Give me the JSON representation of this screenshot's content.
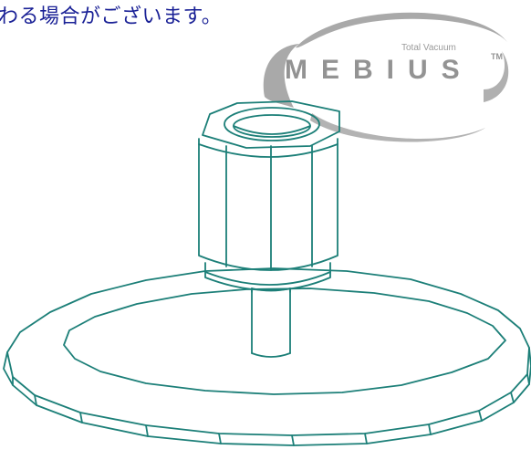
{
  "caption": "わる場合がございます。",
  "logo": {
    "brand": "MEBIUS",
    "trademark": "TM",
    "tagline": "Total Vacuum",
    "ring_color": "#a9a9a9",
    "letter_color": "#939393"
  },
  "colors": {
    "line": "#1c7f78",
    "caption": "#1a2196"
  },
  "icons": [
    "hex-nut-fitting-icon",
    "flange-disc-icon"
  ]
}
